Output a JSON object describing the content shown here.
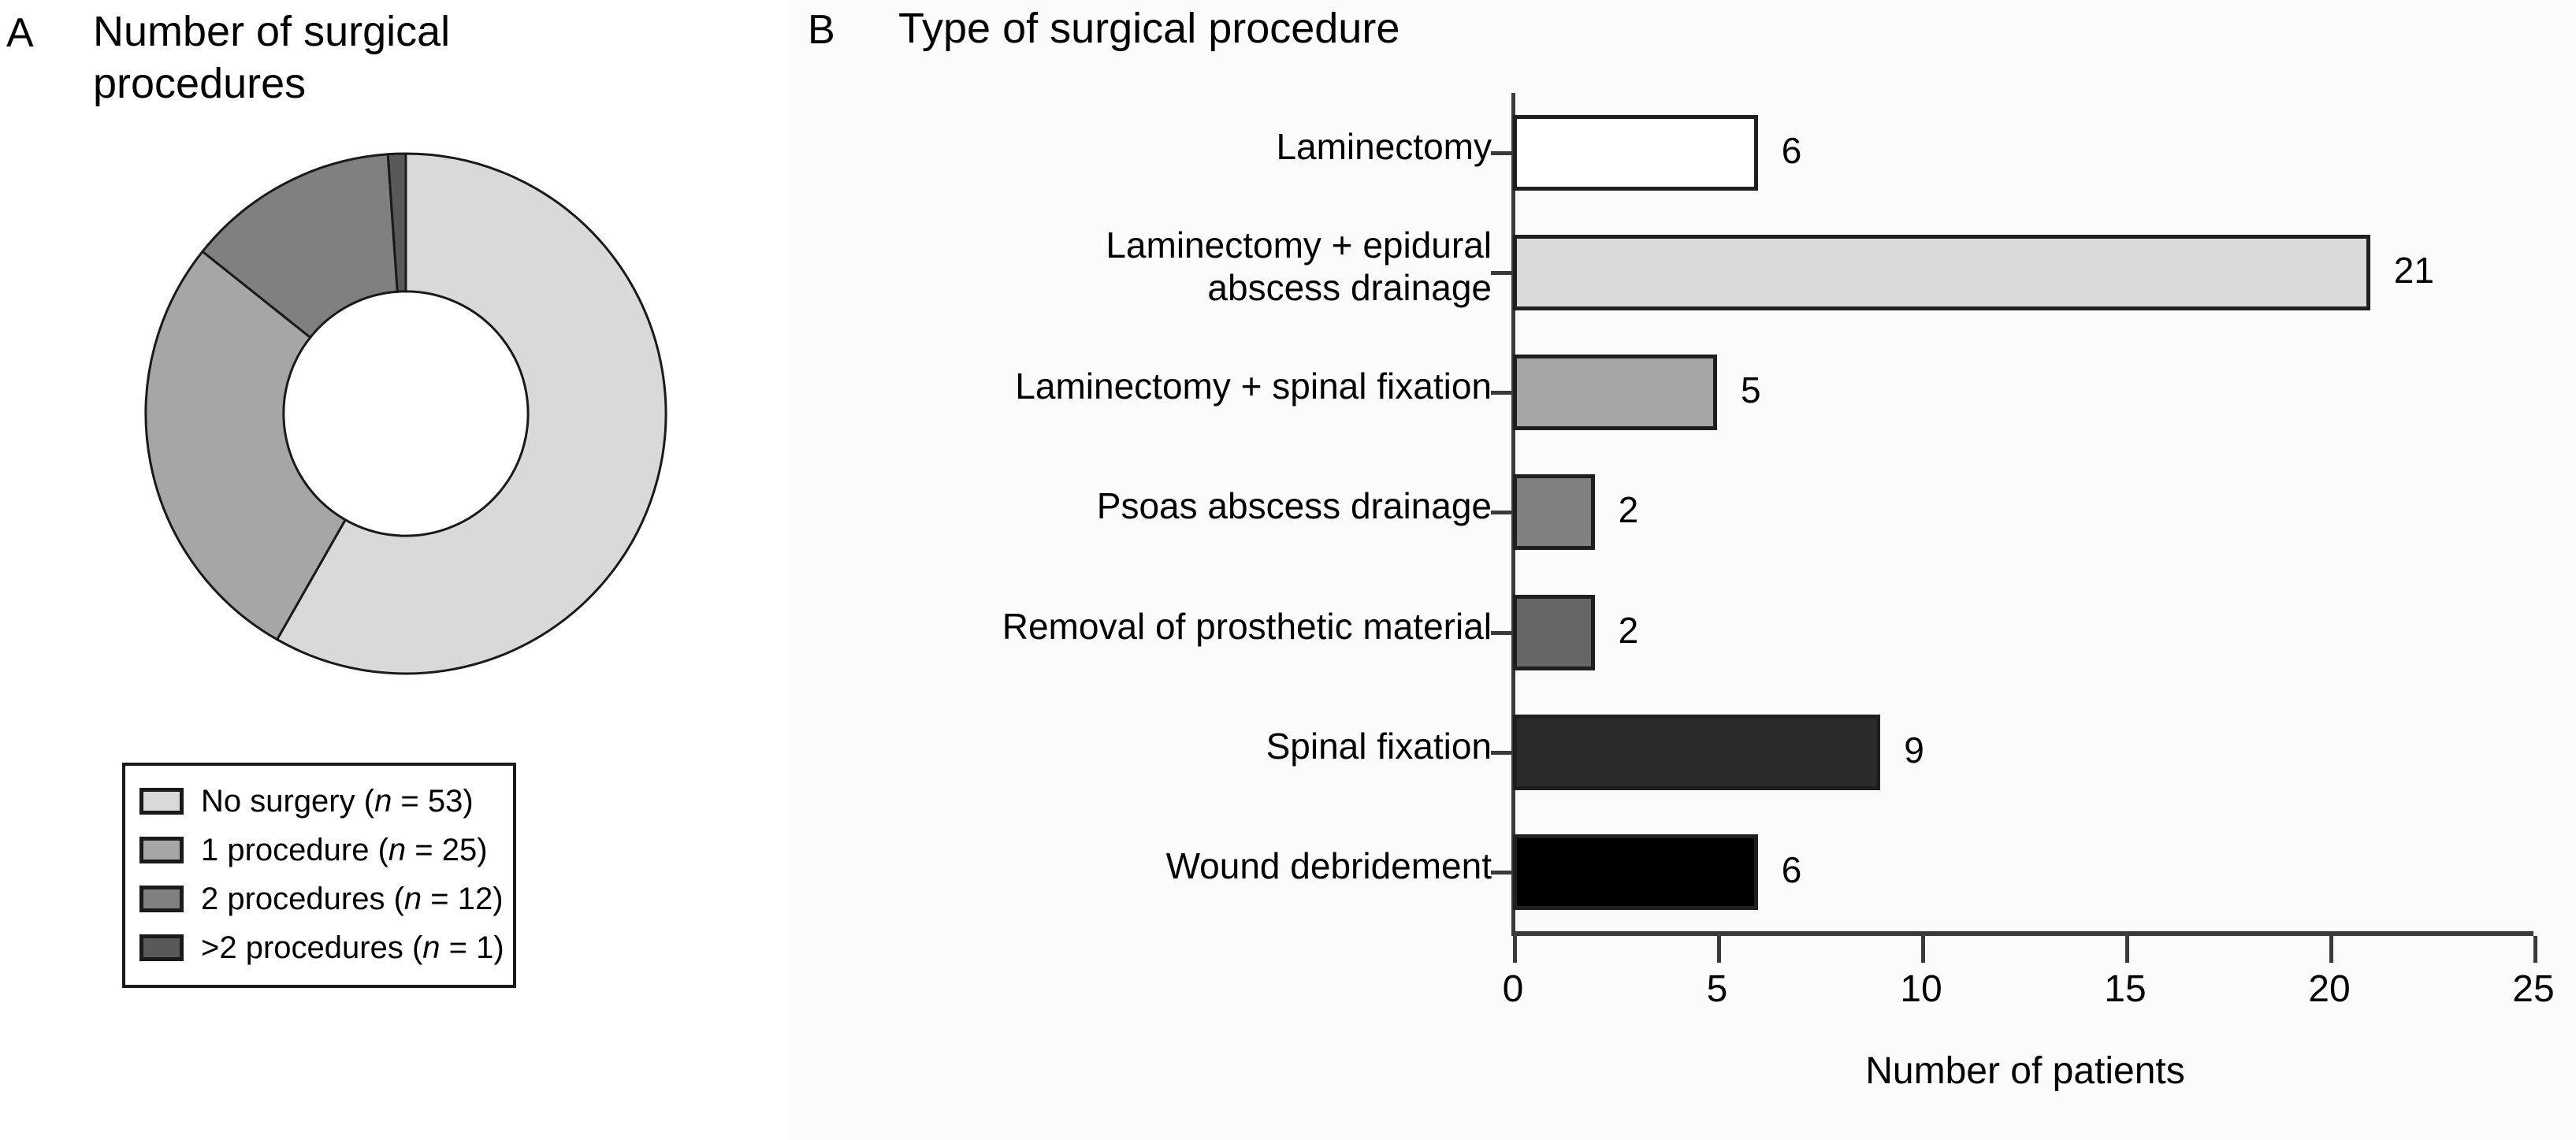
{
  "figure": {
    "background": "#ffffff",
    "panel_b_background": "#fbfbfb"
  },
  "panel_a": {
    "letter": "A",
    "title": "Number of surgical\nprocedures",
    "legend": [
      {
        "label_text": "No surgery (",
        "n_italic": "n",
        "n_value": " = 53)",
        "color": "#d9d9d9"
      },
      {
        "label_text": "1 procedure (",
        "n_italic": "n",
        "n_value": " = 25)",
        "color": "#a6a6a6"
      },
      {
        "label_text": "2 procedures (",
        "n_italic": "n",
        "n_value": " = 12)",
        "color": "#808080"
      },
      {
        "label_text": ">2 procedures (",
        "n_italic": "n",
        "n_value": " = 1)",
        "color": "#595959"
      }
    ]
  },
  "panel_b": {
    "letter": "B",
    "title": "Type of surgical procedure"
  },
  "chart_data": [
    {
      "type": "pie",
      "title": "Number of surgical procedures",
      "subtitle": "",
      "donut": true,
      "hole_fraction": 0.47,
      "start_angle_deg": 0,
      "direction": "clockwise",
      "labels": [
        "No surgery",
        "1 procedure",
        "2 procedures",
        ">2 procedures"
      ],
      "values": [
        53,
        25,
        12,
        1
      ],
      "total": 91,
      "percentages": [
        58.2,
        27.5,
        13.2,
        1.1
      ],
      "colors": [
        "#d9d9d9",
        "#a6a6a6",
        "#808080",
        "#595959"
      ],
      "edge_color": "#1a1a1a",
      "legend_position": "below",
      "legend_entries": [
        "No surgery (n = 53)",
        "1 procedure (n = 25)",
        "2 procedures (n = 12)",
        ">2 procedures (n = 1)"
      ]
    },
    {
      "type": "bar",
      "orientation": "horizontal",
      "title": "Type of surgical procedure",
      "xlabel": "Number of patients",
      "ylabel": "",
      "xlim": [
        0,
        25
      ],
      "xticks": [
        0,
        5,
        10,
        15,
        20,
        25
      ],
      "xtick_labels": [
        "0",
        "5",
        "10",
        "15",
        "20",
        "25"
      ],
      "grid": false,
      "categories": [
        "Laminectomy",
        "Laminectomy + epidural\nabscess drainage",
        "Laminectomy + spinal fixation",
        "Psoas abscess drainage",
        "Removal of prosthetic material",
        "Spinal fixation",
        "Wound debridement"
      ],
      "values": [
        6,
        21,
        5,
        2,
        2,
        9,
        6
      ],
      "value_labels": [
        "6",
        "21",
        "5",
        "2",
        "2",
        "9",
        "6"
      ],
      "bar_colors": [
        "#ffffff",
        "#d9d9d9",
        "#a6a6a6",
        "#808080",
        "#666666",
        "#2b2b2b",
        "#000000"
      ],
      "bar_edge_color": "#1f1f1f"
    }
  ]
}
